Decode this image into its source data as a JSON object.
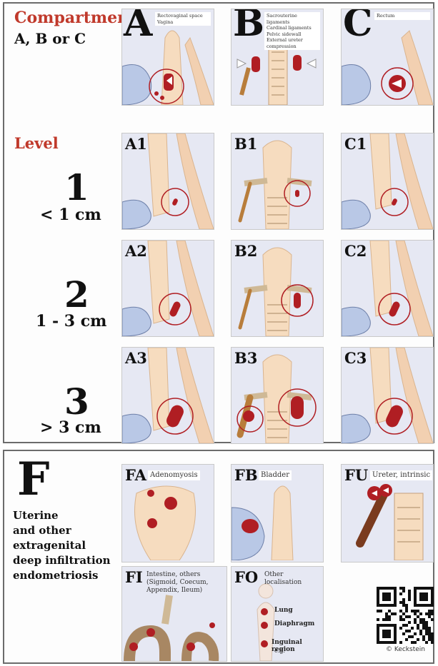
{
  "header": {
    "compartment_title": "Compartment",
    "compartment_sub": "A, B or C",
    "level_title": "Level"
  },
  "levels": [
    {
      "num": "1",
      "range": "< 1 cm"
    },
    {
      "num": "2",
      "range": "1 - 3 cm"
    },
    {
      "num": "3",
      "range": "> 3 cm"
    }
  ],
  "compartments": {
    "A": {
      "letter": "A",
      "lines": [
        "Rectovaginal space",
        "Vagina"
      ]
    },
    "B": {
      "letter": "B",
      "lines": [
        "Sacrouterine ligaments",
        "Cardinal ligaments",
        "Pelvic sidewall",
        "External ureter compression"
      ]
    },
    "C": {
      "letter": "C",
      "lines": [
        "Rectum"
      ]
    }
  },
  "panels": {
    "A1": "A1",
    "A2": "A2",
    "A3": "A3",
    "B1": "B1",
    "B2": "B2",
    "B3": "B3",
    "C1": "C1",
    "C2": "C2",
    "C3": "C3"
  },
  "f_section": {
    "letter": "F",
    "description_lines": [
      "Uterine",
      "and other",
      "extragenital",
      "deep infiltration",
      "endometriosis"
    ],
    "FA": {
      "label": "FA",
      "text": "Adenomyosis"
    },
    "FB": {
      "label": "FB",
      "text": "Bladder"
    },
    "FU": {
      "label": "FU",
      "text": "Ureter, intrinsic"
    },
    "FI": {
      "label": "FI",
      "lines": [
        "Intestine, others",
        "(Sigmoid, Coecum,",
        "Appendix, Ileum)"
      ]
    },
    "FO": {
      "label": "FO",
      "lines": [
        "Other",
        "localisation"
      ],
      "sites": [
        "Lung",
        "Diaphragm",
        "Inguinal region",
        "e.g."
      ]
    }
  },
  "copyright": "© Keckstein",
  "colors": {
    "lesion": "#b01e23",
    "tissue": "#f6dcbf",
    "bladder": "#b9c8e6",
    "frame": "#6b6b6b"
  }
}
